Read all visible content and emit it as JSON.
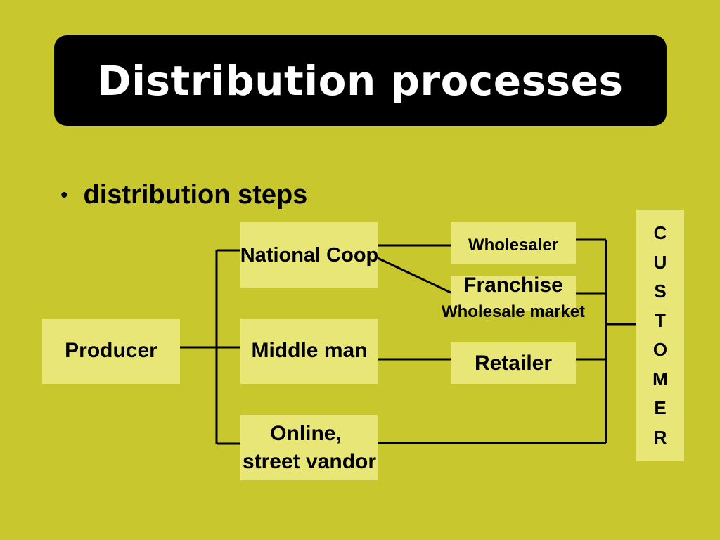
{
  "title": "Distribution processes",
  "bullet": {
    "symbol": "•",
    "text": "distribution steps"
  },
  "diagram": {
    "producer": "Producer",
    "national_coop": "National Coop",
    "middle_man": "Middle man",
    "online_line1": "Online,",
    "online_line2": "street vandor",
    "wholesaler": "Wholesaler",
    "franchise": "Franchise",
    "wholesale_market": "Wholesale market",
    "retailer": "Retailer",
    "customer_letters": [
      "C",
      "U",
      "S",
      "T",
      "O",
      "M",
      "E",
      "R"
    ]
  },
  "colors": {
    "background": "#c9c72e",
    "box_fill": "#e7e677",
    "title_bar": "#000000",
    "title_text": "#ffffff"
  }
}
